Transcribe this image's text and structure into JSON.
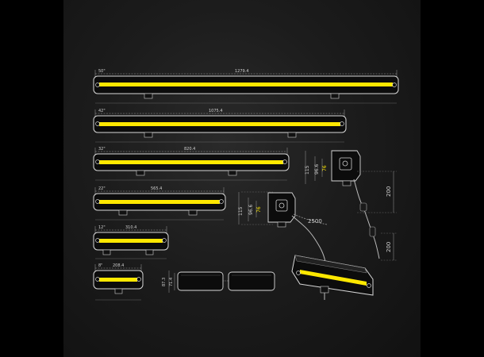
{
  "bars": [
    {
      "size": "50\"",
      "length": "1279.4"
    },
    {
      "size": "42\"",
      "length": "1075.4"
    },
    {
      "size": "32\"",
      "length": "820.4"
    },
    {
      "size": "22\"",
      "length": "565.4"
    },
    {
      "size": "12\"",
      "length": "310.4"
    },
    {
      "size": "8\"",
      "length": "208.4"
    }
  ],
  "profile_dims": {
    "height": "87.3",
    "depth": "71.4"
  },
  "side_view_dims": {
    "outer": "115",
    "middle": "96.6",
    "inner": "76"
  },
  "mount_dims": {
    "drop": "200",
    "lower": "200"
  },
  "cable_length": "2500",
  "colors": {
    "led": "#ffe800",
    "line": "#cfcfcf",
    "dim": "#9a9a9a",
    "body": "#0c0c0c"
  }
}
